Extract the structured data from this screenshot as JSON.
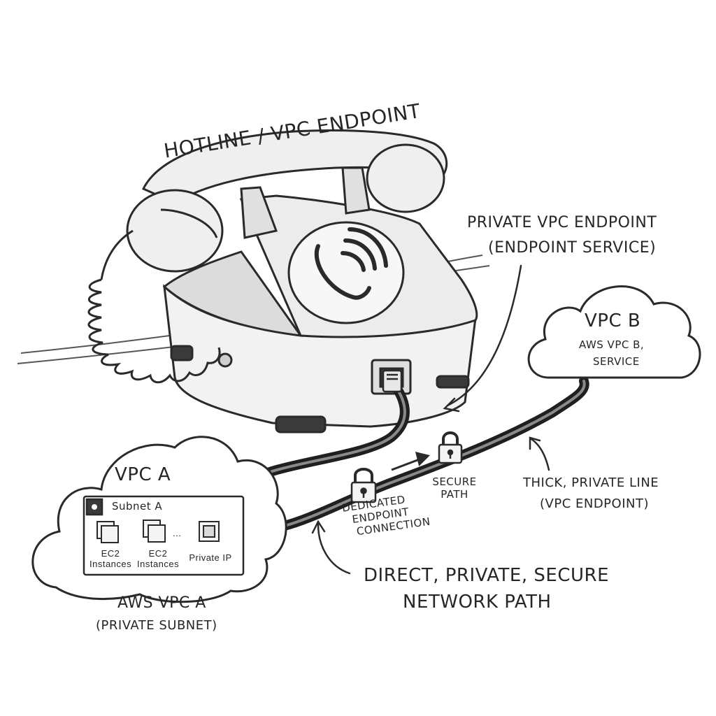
{
  "diagram": {
    "title": "HOTLINE / VPC ENDPOINT",
    "endpoint_label": {
      "line1": "PRIVATE VPC ENDPOINT",
      "line2": "(ENDPOINT SERVICE)"
    },
    "vpc_b": {
      "title": "VPC B",
      "line1": "AWS VPC B,",
      "line2": "SERVICE"
    },
    "vpc_a": {
      "title": "VPC A",
      "subnet_label": "Subnet A",
      "items": [
        {
          "line1": "EC2",
          "line2": "Instances"
        },
        {
          "line1": "EC2",
          "line2": "Instances"
        },
        {
          "line1": "Private IP",
          "line2": ""
        }
      ],
      "ellipsis": "...",
      "caption_line1": "AWS VPC A",
      "caption_line2": "(PRIVATE SUBNET)"
    },
    "cable_labels": {
      "dedicated": [
        "DEDICATED",
        "ENDPOINT",
        "CONNECTION"
      ],
      "secure": [
        "SECURE",
        "PATH"
      ]
    },
    "thick_line": {
      "line1": "THICK, PRIVATE LINE",
      "line2": "(VPC ENDPOINT)"
    },
    "bottom": {
      "line1": "DIRECT, PRIVATE, SECURE",
      "line2": "NETWORK PATH"
    },
    "icons": [
      "phone-handset-icon",
      "lock-icon",
      "chip-icon",
      "ethernet-plug-icon",
      "cloud-icon"
    ],
    "colors": {
      "ink": "#262626",
      "paper": "#ffffff",
      "shade": "#d9d9d9"
    }
  }
}
